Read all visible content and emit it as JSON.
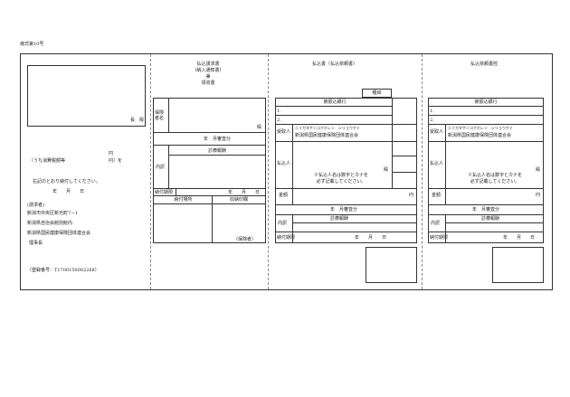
{
  "form_no": "様式第10号",
  "receipt": {
    "addressee_suffix": "長　殿",
    "yen": "円",
    "consumption_tax_note": "（うち消費税額等",
    "yen_paren": "円）を",
    "received_text": "右記のとおり納付してください。",
    "date_label": "年　　月　　日",
    "claimant_label": "(請求者)",
    "address": "新潟市中央区新光町7－1",
    "building": "新潟県自治会館別館内",
    "org_name": "新潟県国民健康保険団体連合会",
    "representative": "理事長",
    "registration_no": "（登録番号：T1700150002268）"
  },
  "claim_col": {
    "title1": "払込請求書",
    "title2": "（納入通知書）",
    "title3": "兼",
    "title4": "領収書",
    "insured_label": "保険者名",
    "dono": "殿",
    "period_label": "年　月審査分",
    "treatment_fee": "診療報酬",
    "breakdown_label": "内訳",
    "due_label": "納付期限",
    "due_date": "年　　月　　日",
    "payment_place": "納付場所",
    "receipt_stamp": "収納印欄",
    "insured_paren": "（保険者）"
  },
  "slip_col": {
    "title": "払込書（払込依頼書）",
    "bank_header": "被振込銀行",
    "deposit_type": "種目",
    "row1": "1.",
    "row2": "2.",
    "recipient_label": "受取人",
    "recipient_kana": "ニイガタケンコクホレン　シリョウケイ",
    "recipient_name": "新潟県国民健康保険団体連合会",
    "payer_label": "払込人",
    "dono": "殿",
    "kana_note1": "※払込人名は数字とカナを",
    "kana_note2": "必ず記載してください。",
    "amount_label": "金額",
    "yen": "円",
    "period_label": "年　月審査分",
    "breakdown_label": "内訳",
    "treatment_fee": "診療報酬",
    "due_label": "納付期限",
    "due_date": "年　　月　　日"
  },
  "stub_col": {
    "title": "払込依頼書控",
    "bank_header": "被振込銀行",
    "row1": "1.",
    "row2": "2.",
    "recipient_label": "受取人",
    "recipient_kana": "ニイガタケンコクホレン　シリョウケイ",
    "recipient_name": "新潟県国民健康保険団体連合会",
    "payer_label": "払込人",
    "dono": "殿",
    "kana_note1": "※払込人名は数字とカナを",
    "kana_note2": "必ず記載してください。",
    "amount_label": "金額",
    "yen": "円",
    "period_label": "年　月審査分",
    "breakdown_label": "内訳",
    "treatment_fee": "診療報酬",
    "due_label": "納付期限",
    "due_date": "年　　月　　日"
  }
}
